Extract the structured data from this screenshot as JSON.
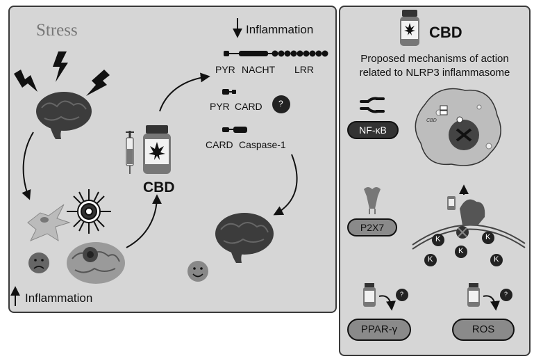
{
  "left_panel": {
    "stress_label": "Stress",
    "inflammation_down": "Inflammation",
    "inflammation_up": "Inflammation",
    "cbd_label": "CBD",
    "domains": {
      "pyr": "PYR",
      "nacht": "NACHT",
      "lrr": "LRR",
      "pyr2": "PYR",
      "card": "CARD",
      "card2": "CARD",
      "caspase": "Caspase-1",
      "question": "?"
    }
  },
  "right_panel": {
    "cbd_title": "CBD",
    "subtitle_line1": "Proposed mechanisms of action",
    "subtitle_line2": "related to NLRP3 inflammasome",
    "nfkb": "NF-κB",
    "p2x7": "P2X7",
    "ppar": "PPAR-γ",
    "ros": "ROS",
    "k_label": "K",
    "question": "?",
    "cell_cbd": "CBD"
  },
  "colors": {
    "panel_bg": "#d6d6d6",
    "dark": "#111111",
    "pill_dark": "#333333",
    "pill_light": "#8a8a8a"
  }
}
